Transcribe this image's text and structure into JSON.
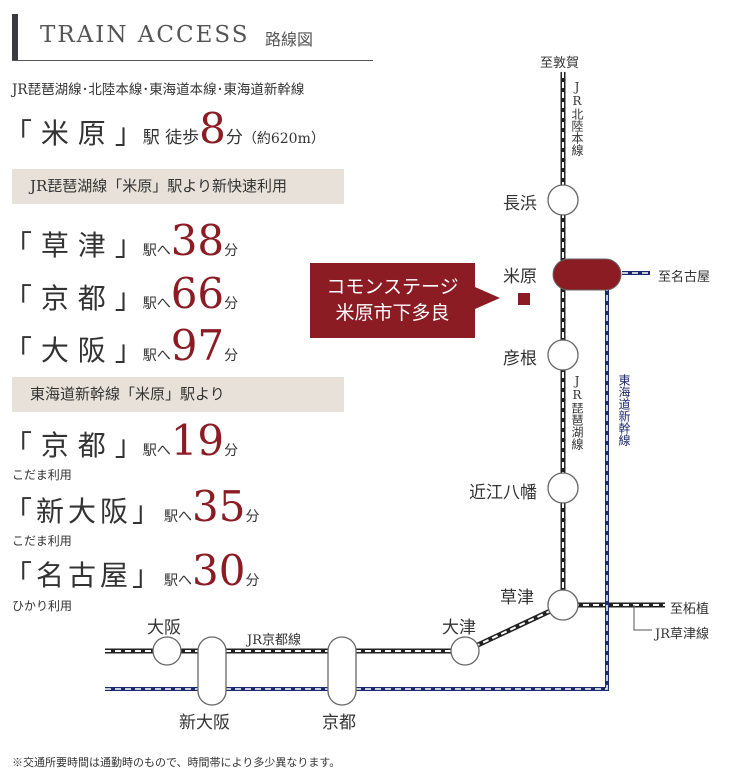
{
  "header": {
    "title": "TRAIN ACCESS",
    "subtitle": "路線図"
  },
  "lines_text": "JR琵琶湖線･北陸本線･東海道本線･東海道新幹線",
  "walk": {
    "station": "「 米 原 」",
    "eki": "駅 徒歩",
    "minutes": "8",
    "unit": "分",
    "distance": "（約620m）"
  },
  "section1": {
    "label": "JR琵琶湖線「米原」駅より新快速利用",
    "rows": [
      {
        "dest": "「 草 津 」",
        "to": "駅へ",
        "minutes": "38",
        "unit": "分"
      },
      {
        "dest": "「 京 都 」",
        "to": "駅へ",
        "minutes": "66",
        "unit": "分"
      },
      {
        "dest": "「 大 阪 」",
        "to": "駅へ",
        "minutes": "97",
        "unit": "分"
      }
    ]
  },
  "section2": {
    "label": "東海道新幹線「米原」駅より",
    "rows": [
      {
        "dest": "「 京 都 」",
        "to": "駅へ",
        "minutes": "19",
        "unit": "分",
        "note": "こだま利用"
      },
      {
        "dest": "「新大阪」",
        "to": "駅へ",
        "minutes": "35",
        "unit": "分",
        "note": "こだま利用"
      },
      {
        "dest": "「名古屋」",
        "to": "駅へ",
        "minutes": "30",
        "unit": "分",
        "note": "ひかり利用"
      }
    ]
  },
  "callout": {
    "line1": "コモンステージ",
    "line2": "米原市下多良"
  },
  "map": {
    "stations": {
      "nagahama": "長浜",
      "maibara": "米原",
      "hikone": "彦根",
      "omihachiman": "近江八幡",
      "kusatsu": "草津",
      "otsu": "大津",
      "kyoto": "京都",
      "shinosaka": "新大阪",
      "osaka": "大阪"
    },
    "directions": {
      "tsuruga": "至敦賀",
      "nagoya": "至名古屋",
      "tsuge": "至柘植"
    },
    "lines": {
      "hokuriku": "JR北陸本線",
      "biwako": "JR琵琶湖線",
      "shinkansen": "東海道新幹線",
      "kyoto": "JR京都線",
      "kusatsu": "JR草津線"
    }
  },
  "colors": {
    "accent": "#8b1c24",
    "shinkansen": "#1c2a6e",
    "box": "#e7e1d9"
  },
  "footnote": "※交通所要時間は通勤時のもので、時間帯により多少異なります。"
}
